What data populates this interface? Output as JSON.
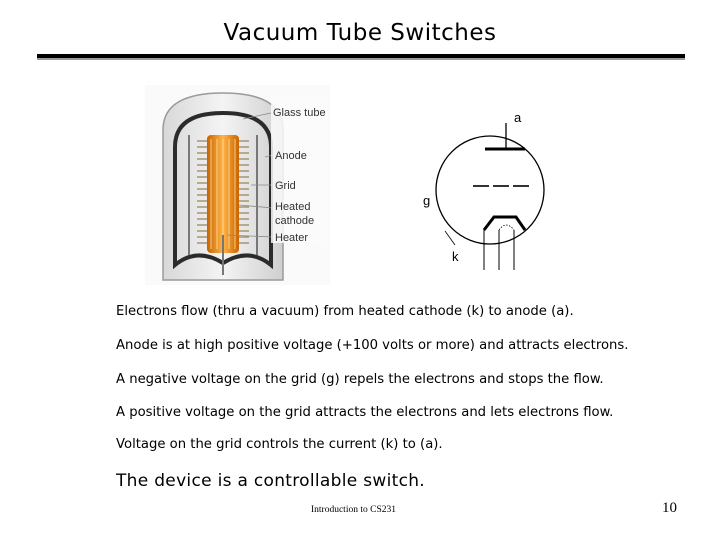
{
  "slide": {
    "title": "Vacuum Tube Switches",
    "footer": "Introduction to CS231",
    "page_number": "10"
  },
  "illustration": {
    "labels": {
      "glass_tube": "Glass tube",
      "anode": "Anode",
      "grid": "Grid",
      "heated": "Heated",
      "cathode": "cathode",
      "heater": "Heater"
    }
  },
  "schematic": {
    "anode_label": "a",
    "grid_label": "g",
    "cathode_label": "k"
  },
  "body": {
    "lines": [
      "Electrons flow (thru a vacuum) from heated cathode (k) to anode (a).",
      "Anode is at high positive voltage (+100 volts or more) and attracts electrons.",
      "A negative voltage on the grid (g) repels the electrons and stops the flow.",
      "A positive voltage on the grid attracts the electrons and lets electrons flow.",
      "Voltage on the grid controls the current (k) to (a)."
    ],
    "conclusion": "The device is a controllable switch."
  }
}
